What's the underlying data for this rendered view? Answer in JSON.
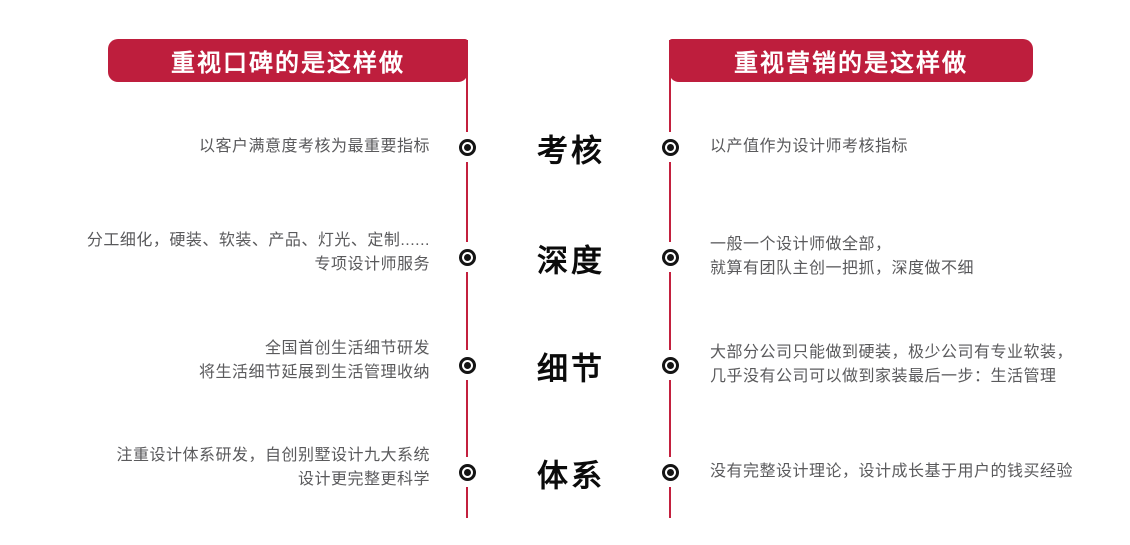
{
  "colors": {
    "accent_red": "#BE1E3D",
    "line_red": "#C3203E",
    "body_text": "#5A5A5C",
    "label_text": "#0B0B0B",
    "marker_black": "#141414",
    "background": "#FFFFFF"
  },
  "headers": {
    "left": "重视口碑的是这样做",
    "right": "重视营销的是这样做"
  },
  "rows": [
    {
      "label": "考核",
      "left_lines": [
        "以客户满意度考核为最重要指标"
      ],
      "right_lines": [
        "以产值作为设计师考核指标"
      ]
    },
    {
      "label": "深度",
      "left_lines": [
        "分工细化，硬装、软装、产品、灯光、定制......",
        "专项设计师服务"
      ],
      "right_lines": [
        "一般一个设计师做全部，",
        "就算有团队主创一把抓，深度做不细"
      ]
    },
    {
      "label": "细节",
      "left_lines": [
        "全国首创生活细节研发",
        "将生活细节延展到生活管理收纳"
      ],
      "right_lines": [
        "大部分公司只能做到硬装，极少公司有专业软装，",
        "几乎没有公司可以做到家装最后一步：生活管理"
      ]
    },
    {
      "label": "体系",
      "left_lines": [
        "注重设计体系研发，自创别墅设计九大系统",
        "设计更完整更科学"
      ],
      "right_lines": [
        "没有完整设计理论，设计成长基于用户的钱买经验"
      ]
    }
  ]
}
